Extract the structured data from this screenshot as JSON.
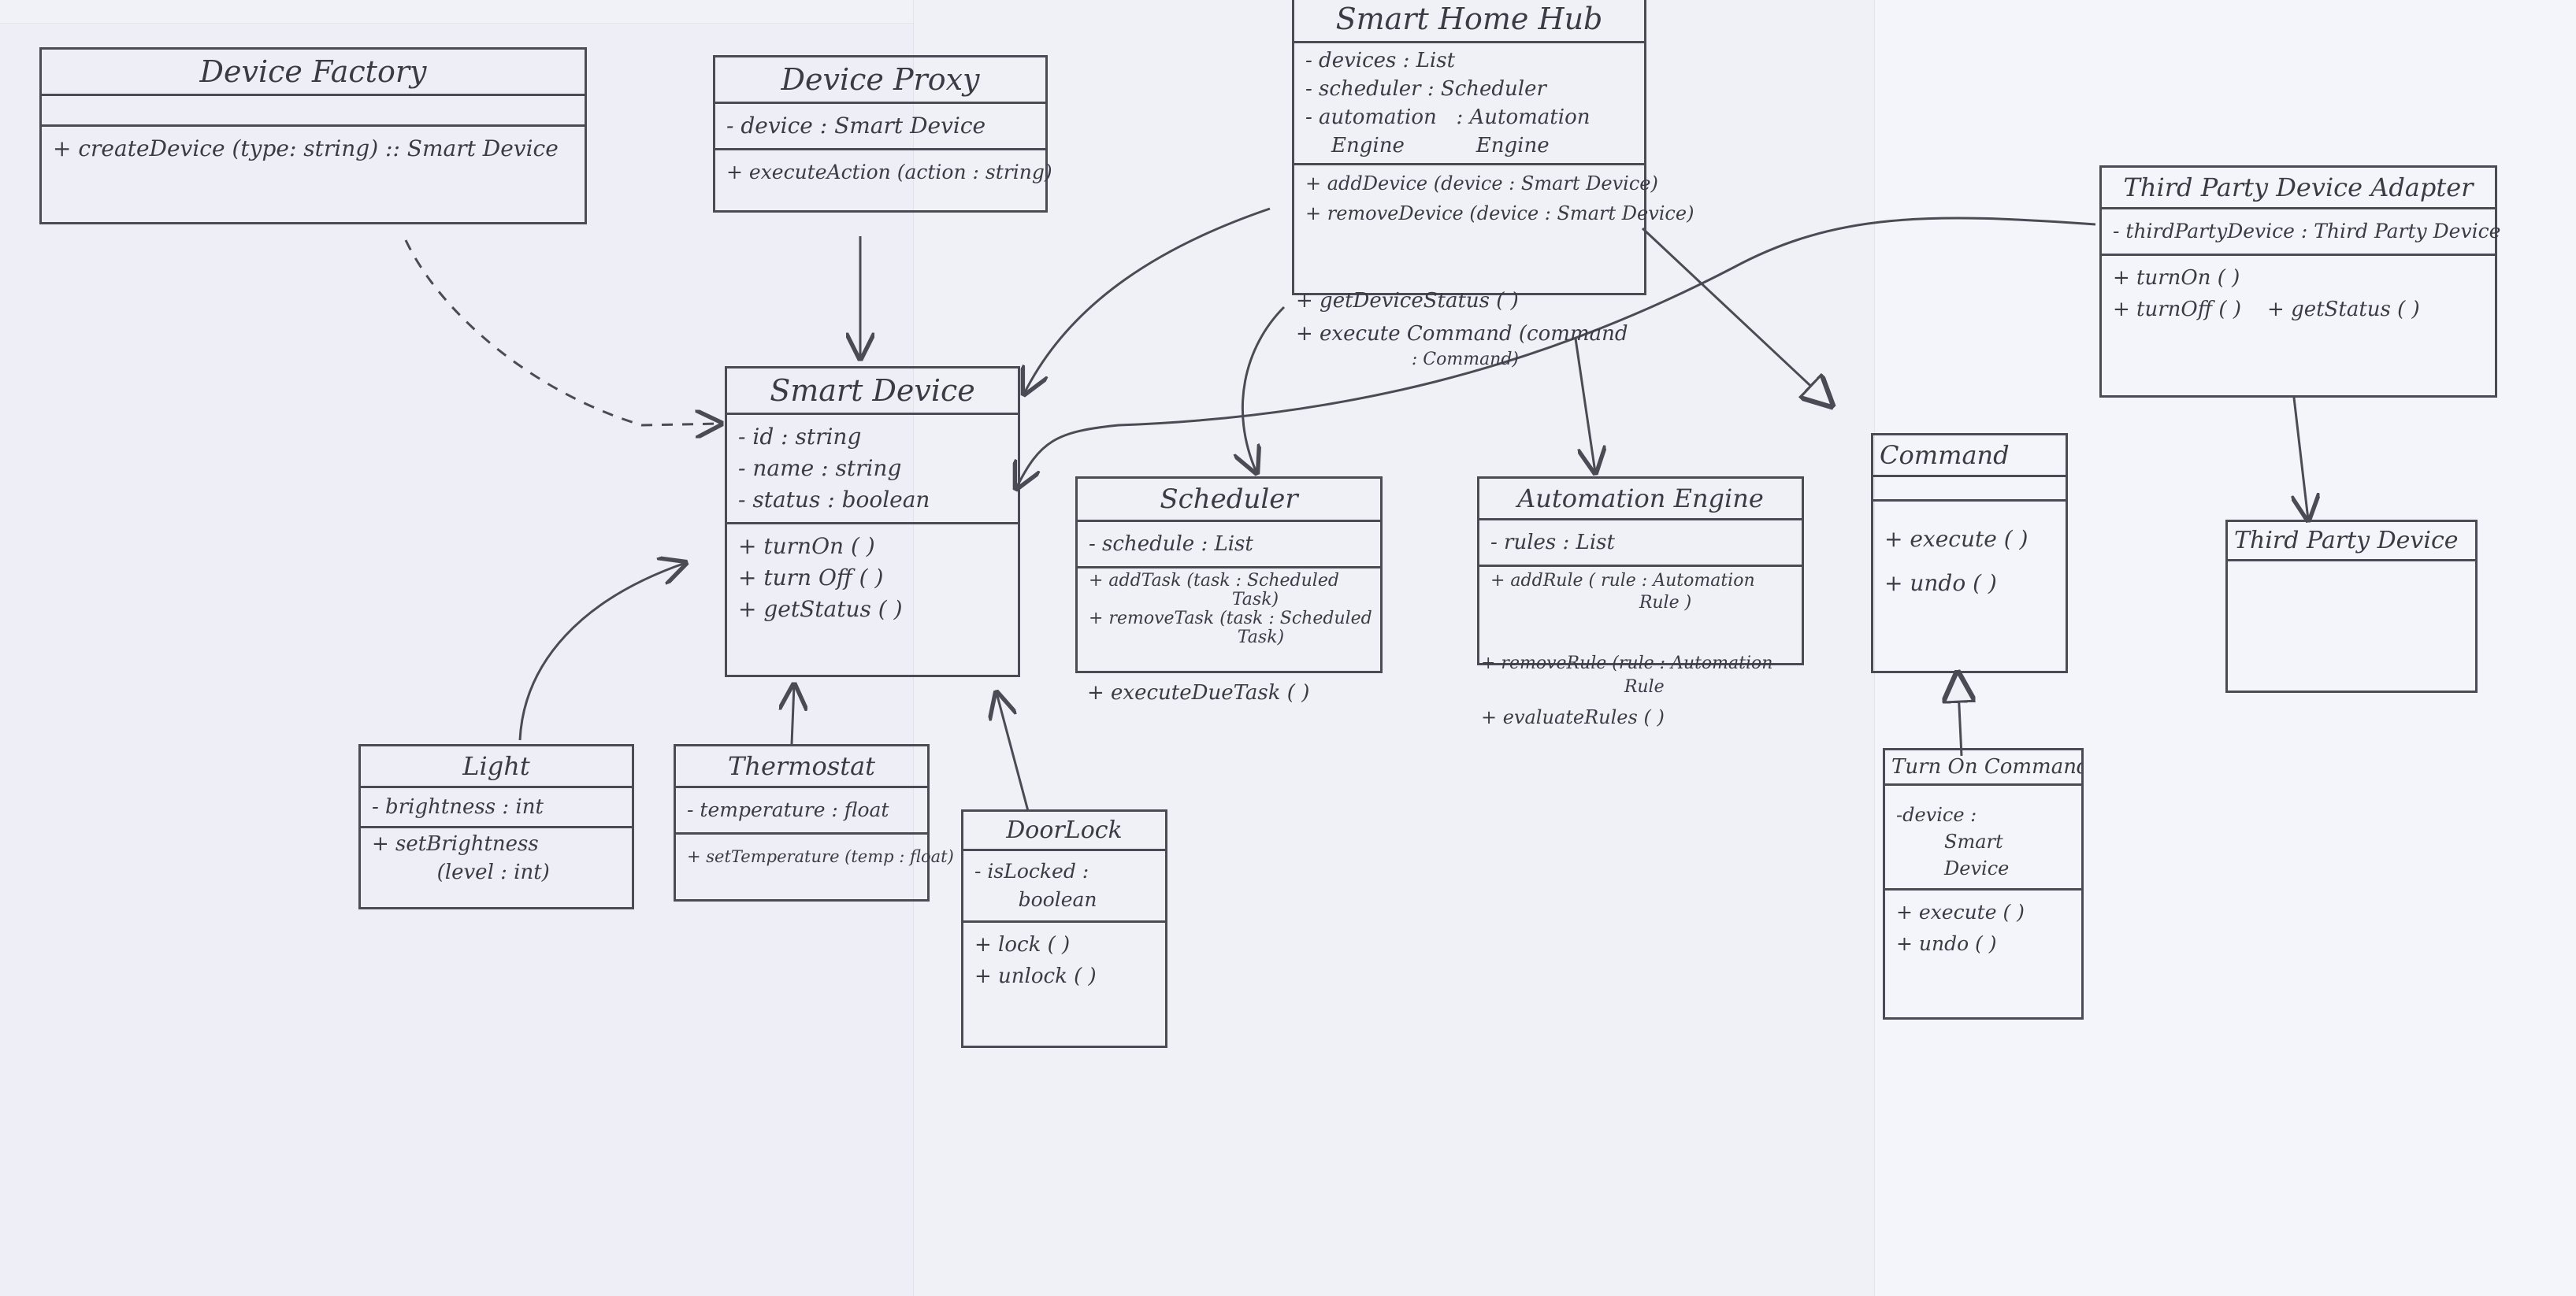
{
  "diagram": {
    "classes": {
      "device_factory": {
        "name": "Device Factory",
        "attributes": [],
        "methods": [
          "+ createDevice (type: string) :: Smart Device"
        ]
      },
      "device_proxy": {
        "name": "Device Proxy",
        "attributes": [
          "- device : Smart Device"
        ],
        "methods": [
          "+ executeAction (action : string)"
        ]
      },
      "smart_home_hub": {
        "name": "Smart Home Hub",
        "attributes": [
          "- devices : List",
          "- scheduler : Scheduler",
          "- automation   : Automation",
          "    Engine           Engine"
        ],
        "methods": [
          "+ addDevice (device : Smart Device)",
          "+ removeDevice (device : Smart Device)",
          "+ getDeviceStatus ( )",
          "+ execute Command (command",
          "                     : Command)"
        ]
      },
      "third_party_adapter": {
        "name": "Third Party Device Adapter",
        "attributes": [
          "- thirdPartyDevice : Third Party Device"
        ],
        "methods": [
          "+ turnOn ( )",
          "+ turnOff ( )    + getStatus ( )"
        ]
      },
      "smart_device": {
        "name": "Smart Device",
        "attributes": [
          "- id : string",
          "- name : string",
          "- status : boolean"
        ],
        "methods": [
          "+ turnOn ( )",
          "+ turn Off ( )",
          "+ getStatus ( )"
        ]
      },
      "scheduler": {
        "name": "Scheduler",
        "attributes": [
          "- schedule : List"
        ],
        "methods": [
          "+ addTask (task : Scheduled",
          "                          Task)",
          "+ removeTask (task : Scheduled",
          "                           Task)",
          "+ executeDueTask ( )"
        ]
      },
      "automation_engine": {
        "name": "Automation Engine",
        "attributes": [
          "- rules : List"
        ],
        "methods": [
          "+ addRule ( rule : Automation",
          "                           Rule )",
          "+ removeRule (rule : Automation",
          "                          Rule",
          "+ evaluateRules ( )"
        ]
      },
      "command": {
        "name": "Command",
        "attributes": [],
        "methods": [
          "+ execute ( )",
          "+ undo ( )"
        ]
      },
      "third_party_device": {
        "name": "Third Party Device",
        "attributes": [],
        "methods": []
      },
      "light": {
        "name": "Light",
        "attributes": [
          "- brightness : int"
        ],
        "methods": [
          "+ setBrightness",
          "          (level : int)"
        ]
      },
      "thermostat": {
        "name": "Thermostat",
        "attributes": [
          "- temperature : float"
        ],
        "methods": [
          "+ setTemperature (temp : float)"
        ]
      },
      "door_lock": {
        "name": "DoorLock",
        "attributes": [
          "- isLocked :",
          "       boolean"
        ],
        "methods": [
          "+ lock ( )",
          "+ unlock ( )"
        ]
      },
      "turn_on_command": {
        "name": "Turn On Command",
        "attributes": [
          "-device :",
          "        Smart",
          "        Device"
        ],
        "methods": [
          "+ execute ( )",
          "+ undo ( )"
        ]
      }
    }
  }
}
